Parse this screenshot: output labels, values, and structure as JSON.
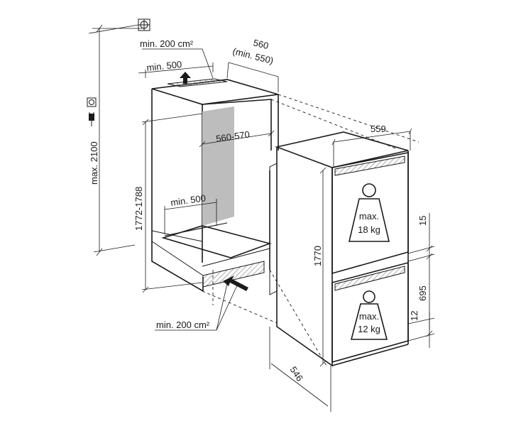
{
  "dimensions": {
    "vent_top_area": "min. 200 cm²",
    "vent_top_width": "min. 500",
    "niche_depth": "560",
    "niche_depth_min": "(min. 550)",
    "niche_height_max": "max. 2100",
    "niche_width": "560-570",
    "niche_height_range": "1772-1788",
    "vent_bottom_width": "min. 500",
    "vent_bottom_area": "min. 200 cm²",
    "appliance_width": "559",
    "appliance_height": "1770",
    "appliance_depth": "546",
    "gap_between_doors": "15",
    "lower_door_height": "695",
    "bottom_gap": "12"
  },
  "load_limits": {
    "upper_line1": "max.",
    "upper_line2": "18 kg",
    "lower_line1": "max.",
    "lower_line2": "12 kg"
  },
  "colors": {
    "line": "#1a1a1a",
    "niche_shade": "#bdbdbd",
    "hatch": "#8a8a8a"
  },
  "icons": [
    "crosshair-icon",
    "socket-icon",
    "plug-icon",
    "arrow-up-icon",
    "arrow-in-icon",
    "weight-icon"
  ]
}
